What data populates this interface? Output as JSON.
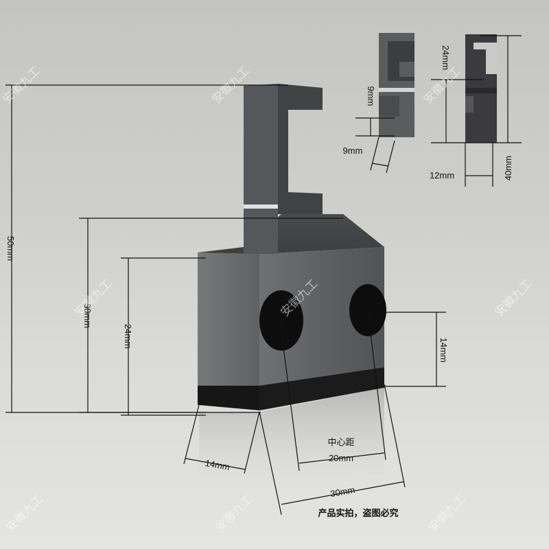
{
  "dimensions": {
    "height_total": "50mm",
    "height_body": "30mm",
    "height_block": "24mm",
    "hole_height": "14mm",
    "width_side": "14mm",
    "center_distance_label": "中心距",
    "center_distance": "20mm",
    "width_total": "30mm"
  },
  "inset_left": {
    "slot": "9mm",
    "thickness": "9mm"
  },
  "inset_right": {
    "top": "24mm",
    "width": "12mm",
    "height": "40mm"
  },
  "caption": "产品实拍，盗图必究",
  "watermark": "安徽九工",
  "colors": {
    "background": "#cfcfcc",
    "steel": "#5e5f61",
    "dark": "#1a1a1a"
  }
}
